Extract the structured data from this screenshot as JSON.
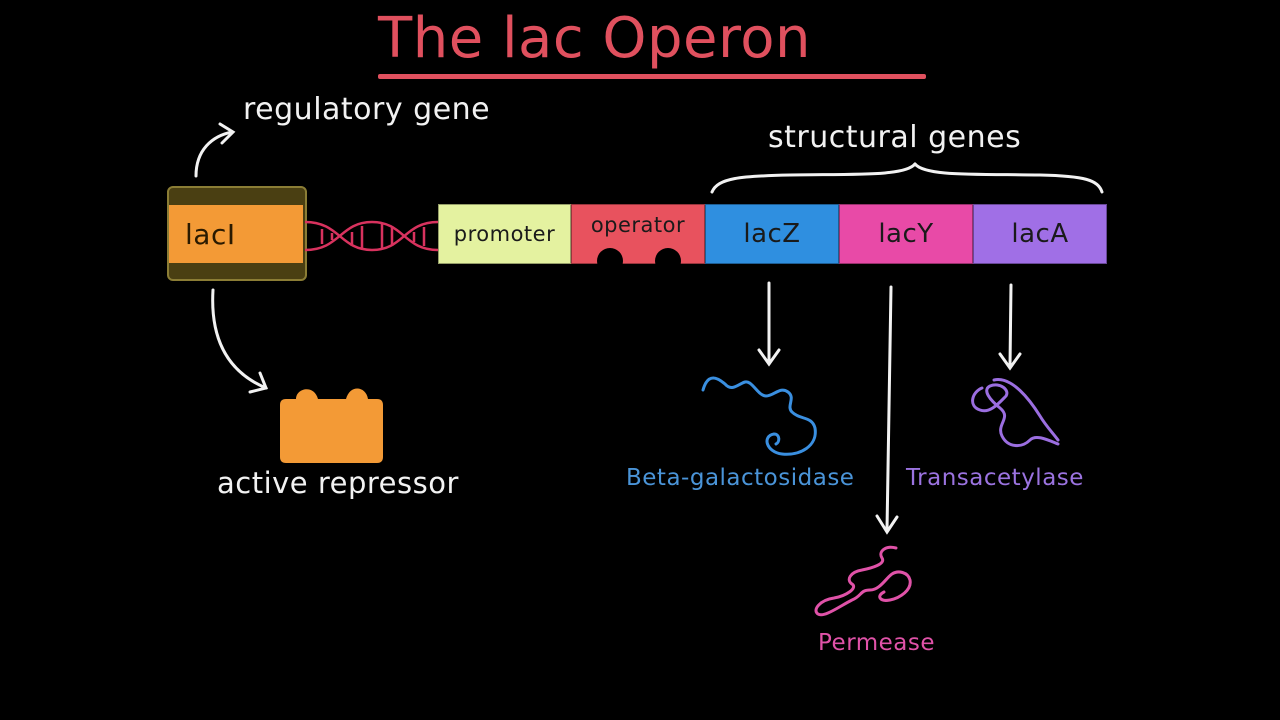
{
  "title": "The lac Operon",
  "labels": {
    "regulatory_gene": "regulatory gene",
    "structural_genes": "structural genes",
    "active_repressor": "active repressor"
  },
  "genes": {
    "laci": "lacI",
    "promoter": "promoter",
    "operator": "operator",
    "lacz": "lacZ",
    "lacy": "lacY",
    "laca": "lacA"
  },
  "proteins": {
    "lacz_product": "Beta-galactosidase",
    "lacy_product": "Permease",
    "laca_product": "Transacetylase"
  },
  "colors": {
    "title": "#e0505e",
    "laci": "#f39a36",
    "promoter": "#e4f2a0",
    "operator": "#e8525e",
    "lacz": "#2f8fe0",
    "lacy": "#e84aa7",
    "laca": "#a06fe6",
    "dna": "#d8325e"
  }
}
